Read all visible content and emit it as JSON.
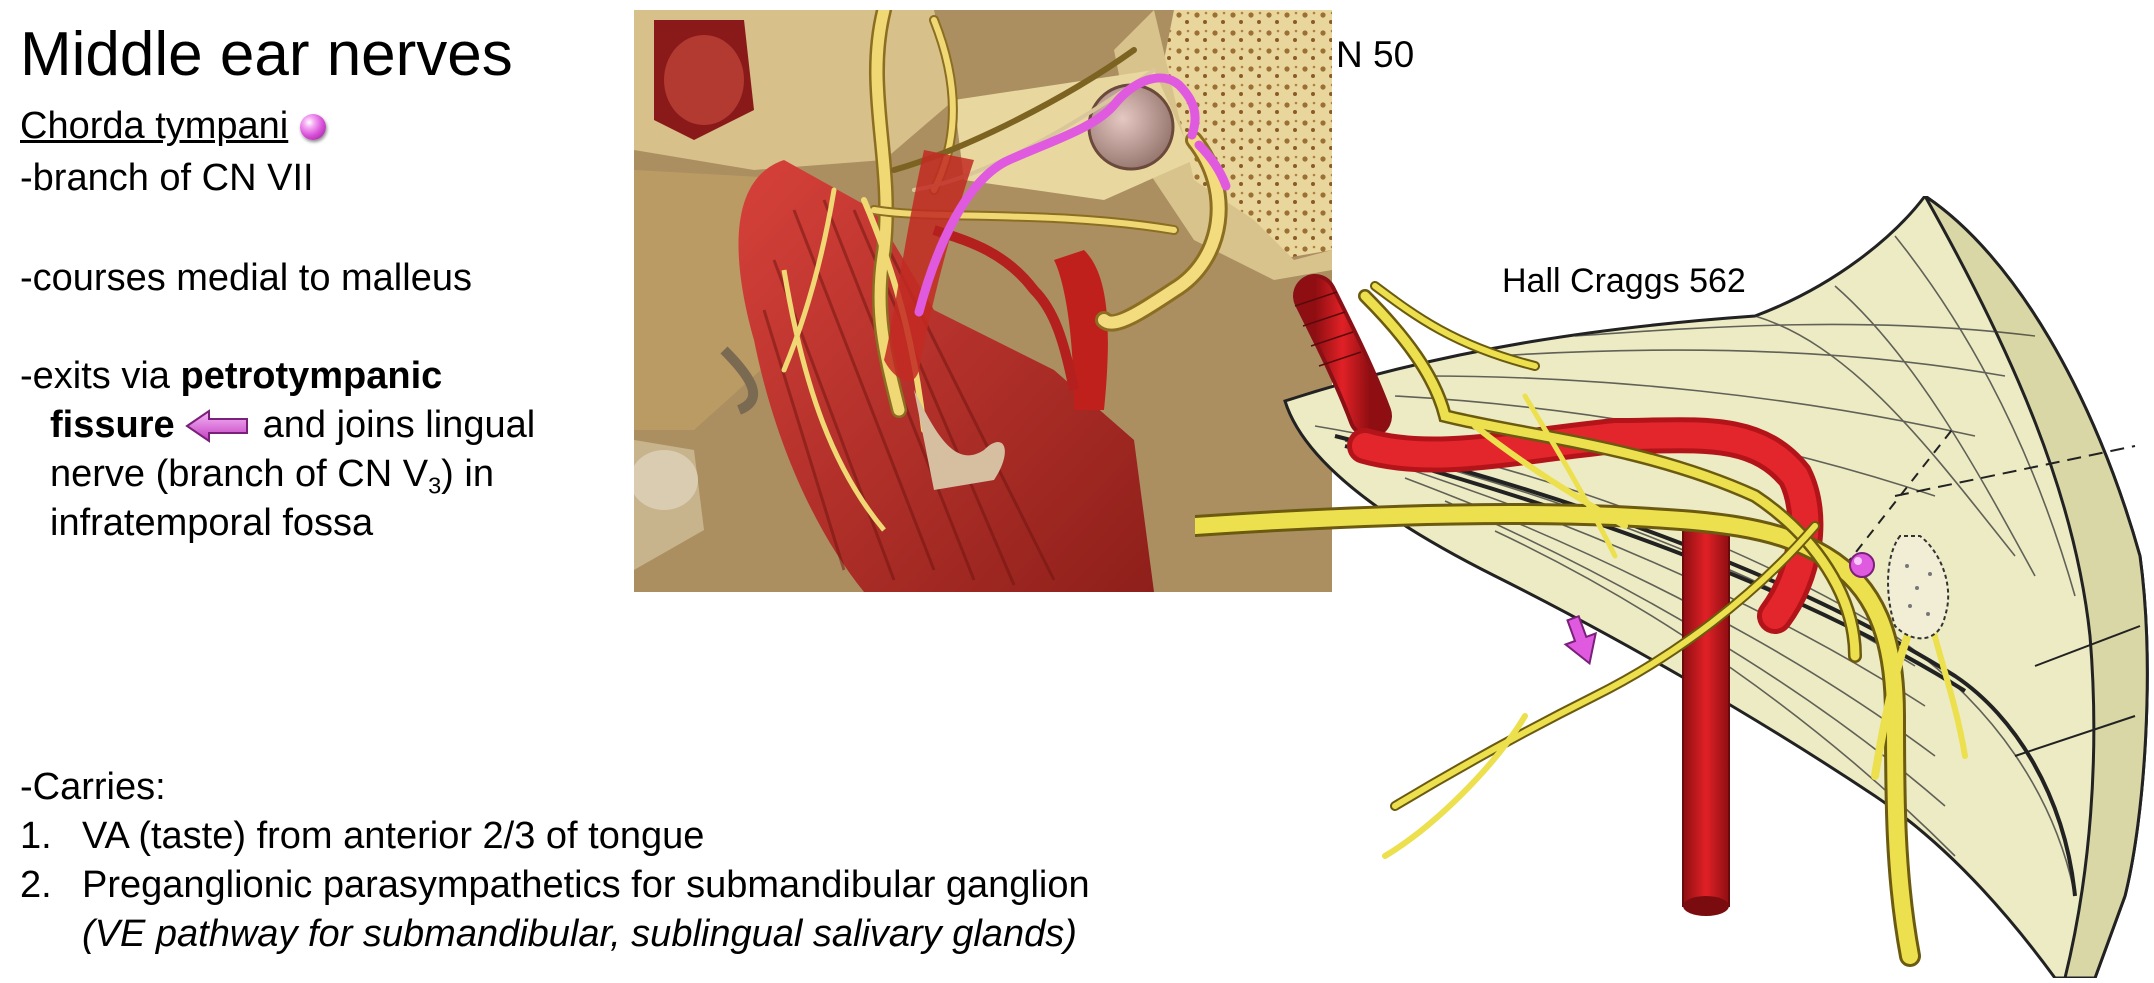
{
  "slide": {
    "title": "Middle ear nerves",
    "subtitle": "Chorda tympani",
    "bullets": {
      "branch": "-branch of CN VII",
      "courses": "-courses medial to malleus",
      "exits_prefix": "-exits via ",
      "exits_bold_1": "petrotympanic",
      "exits_bold_2": "fissure",
      "exits_after": "and joins lingual",
      "exits_line3_a": "nerve (branch of CN V",
      "exits_line3_sub": "3",
      "exits_line3_b": ") in",
      "exits_line4": "infratemporal fossa"
    },
    "carries": {
      "heading": "-Carries:",
      "items": [
        {
          "number": "1.",
          "text": "VA (taste) from anterior 2/3 of tongue"
        },
        {
          "number": "2.",
          "text": "Preganglionic parasympathetics for submandibular ganglion"
        }
      ],
      "note": "(VE pathway for submandibular, sublingual salivary glands)"
    },
    "references": {
      "netter": "N 50",
      "hall_craggs": "Hall Craggs 562"
    },
    "colors": {
      "marker_pink": "#e05ae0",
      "nerve_yellow": "#e6d44a",
      "artery_red": "#c8161d",
      "muscle_red": "#b4322a",
      "bone_tan": "#e8d49a",
      "tongue_bg": "#ecebc4"
    }
  }
}
